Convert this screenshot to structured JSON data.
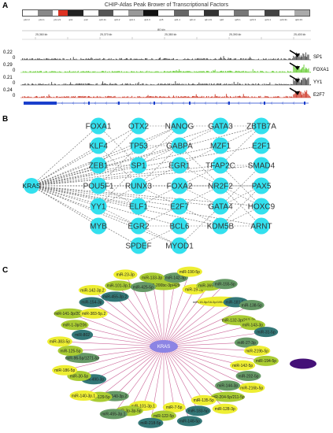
{
  "panels": {
    "a": "A",
    "b": "B",
    "c": "C"
  },
  "browser": {
    "title": "CHIP-Atlas Peak Brower of Transcriptional Factors",
    "scale_label": "80 kb",
    "coords": [
      "25,360 kb",
      "25,370 kb",
      "25,380 kb",
      "25,390 kb",
      "25,400 kb"
    ],
    "bands": [
      "p12.3",
      "p12.1",
      "p11.21",
      "q11",
      "q12",
      "q13.11",
      "q13.2",
      "q14.1",
      "q14.3",
      "q15",
      "q21.1",
      "q21.2",
      "q21.31",
      "q22",
      "q23.1",
      "q23.3",
      "q24.1",
      "q24.31",
      "q24.33"
    ],
    "tracks": [
      {
        "value": "0.22",
        "zero": "0",
        "name": "SP1",
        "color": "#444444"
      },
      {
        "value": "0.29",
        "zero": "0",
        "name": "FOXA1",
        "color": "#66cc33"
      },
      {
        "value": "0.21",
        "zero": "0",
        "name": "YY1",
        "color": "#444444"
      },
      {
        "value": "0.24",
        "zero": "0",
        "name": "E2F7",
        "color": "#cc3322"
      }
    ],
    "colors": {
      "gene": "#1a3fcc",
      "arrow": "#000000"
    }
  },
  "tf_network": {
    "hub": "KRAS",
    "columns": [
      [
        "FOXA1",
        "KLF4",
        "ZEB1",
        "POU5F1",
        "YY1",
        "MYB"
      ],
      [
        "OTX2",
        "TP53",
        "SP1",
        "RUNX3",
        "ELF1",
        "EGR2",
        "SPDEF"
      ],
      [
        "NANOG",
        "GABPA",
        "EGR1",
        "FOXA2",
        "E2F7",
        "BCL6",
        "MYOD1"
      ],
      [
        "GATA3",
        "MZF1",
        "TFAP2C",
        "NR2F2",
        "GATA4",
        "KDM5B"
      ],
      [
        "ZBTB7A",
        "E2F1",
        "SMAD4",
        "PAX5",
        "HOXC9",
        "ARNT"
      ]
    ],
    "colors": {
      "node": "#33e0ee",
      "edge": "#777777"
    }
  },
  "mirna_network": {
    "hub": "KRAS",
    "nodes": [
      "miR-200bc-3p/429",
      "miR-142-3p",
      "miR-190-5p",
      "miR-19-3p",
      "miR-365-3p",
      "miR-155-5p",
      "miR-15-5p/16-5p/195-5p/424-5p/497-5p",
      "miR-181-5p",
      "miR-138-5p",
      "miR-132-3p/212-3p",
      "miR-143-3p",
      "miR-31-5p",
      "miR-27-3p",
      "miR-219b-5p",
      "miR-194-5p",
      "miR-142-5p",
      "miR-202-5p",
      "miR-216b-5p",
      "miR-144-3p",
      "miR-204-5p/211-5p",
      "miR-128-3p",
      "miR-135-5p",
      "miR-183-5p",
      "miR-148-5p",
      "miR-7-5p",
      "miR-122-5p",
      "miR-218-5p",
      "miR-101-3p.1",
      "miR-3p-3p-5p",
      "miR-455-3p.1",
      "miR-140-3p.2",
      "miR-129-5p",
      "miR-140-3p.1",
      "miR-490-3p",
      "miR-30-5p",
      "miR-186-5p",
      "miR-96-5p/1271-5p",
      "miR-125-5p",
      "miR-383-5p",
      "miR-802",
      "miR-1-3p/206",
      "miR-141-3p/200a",
      "miR-383-5p.2",
      "miR-154-3p",
      "miR-142-3p.2",
      "miR-455-3p.2",
      "miR-101-3p.1",
      "miR-23-3p",
      "miR-425-5p",
      "miR-133-3p"
    ],
    "colors": {
      "hub": "#8c84e4",
      "edge": "#cc6699",
      "special": "#441177",
      "yellow": "#eeee33",
      "olive": "#aacc33",
      "green": "#669966",
      "teal": "#337777"
    }
  }
}
